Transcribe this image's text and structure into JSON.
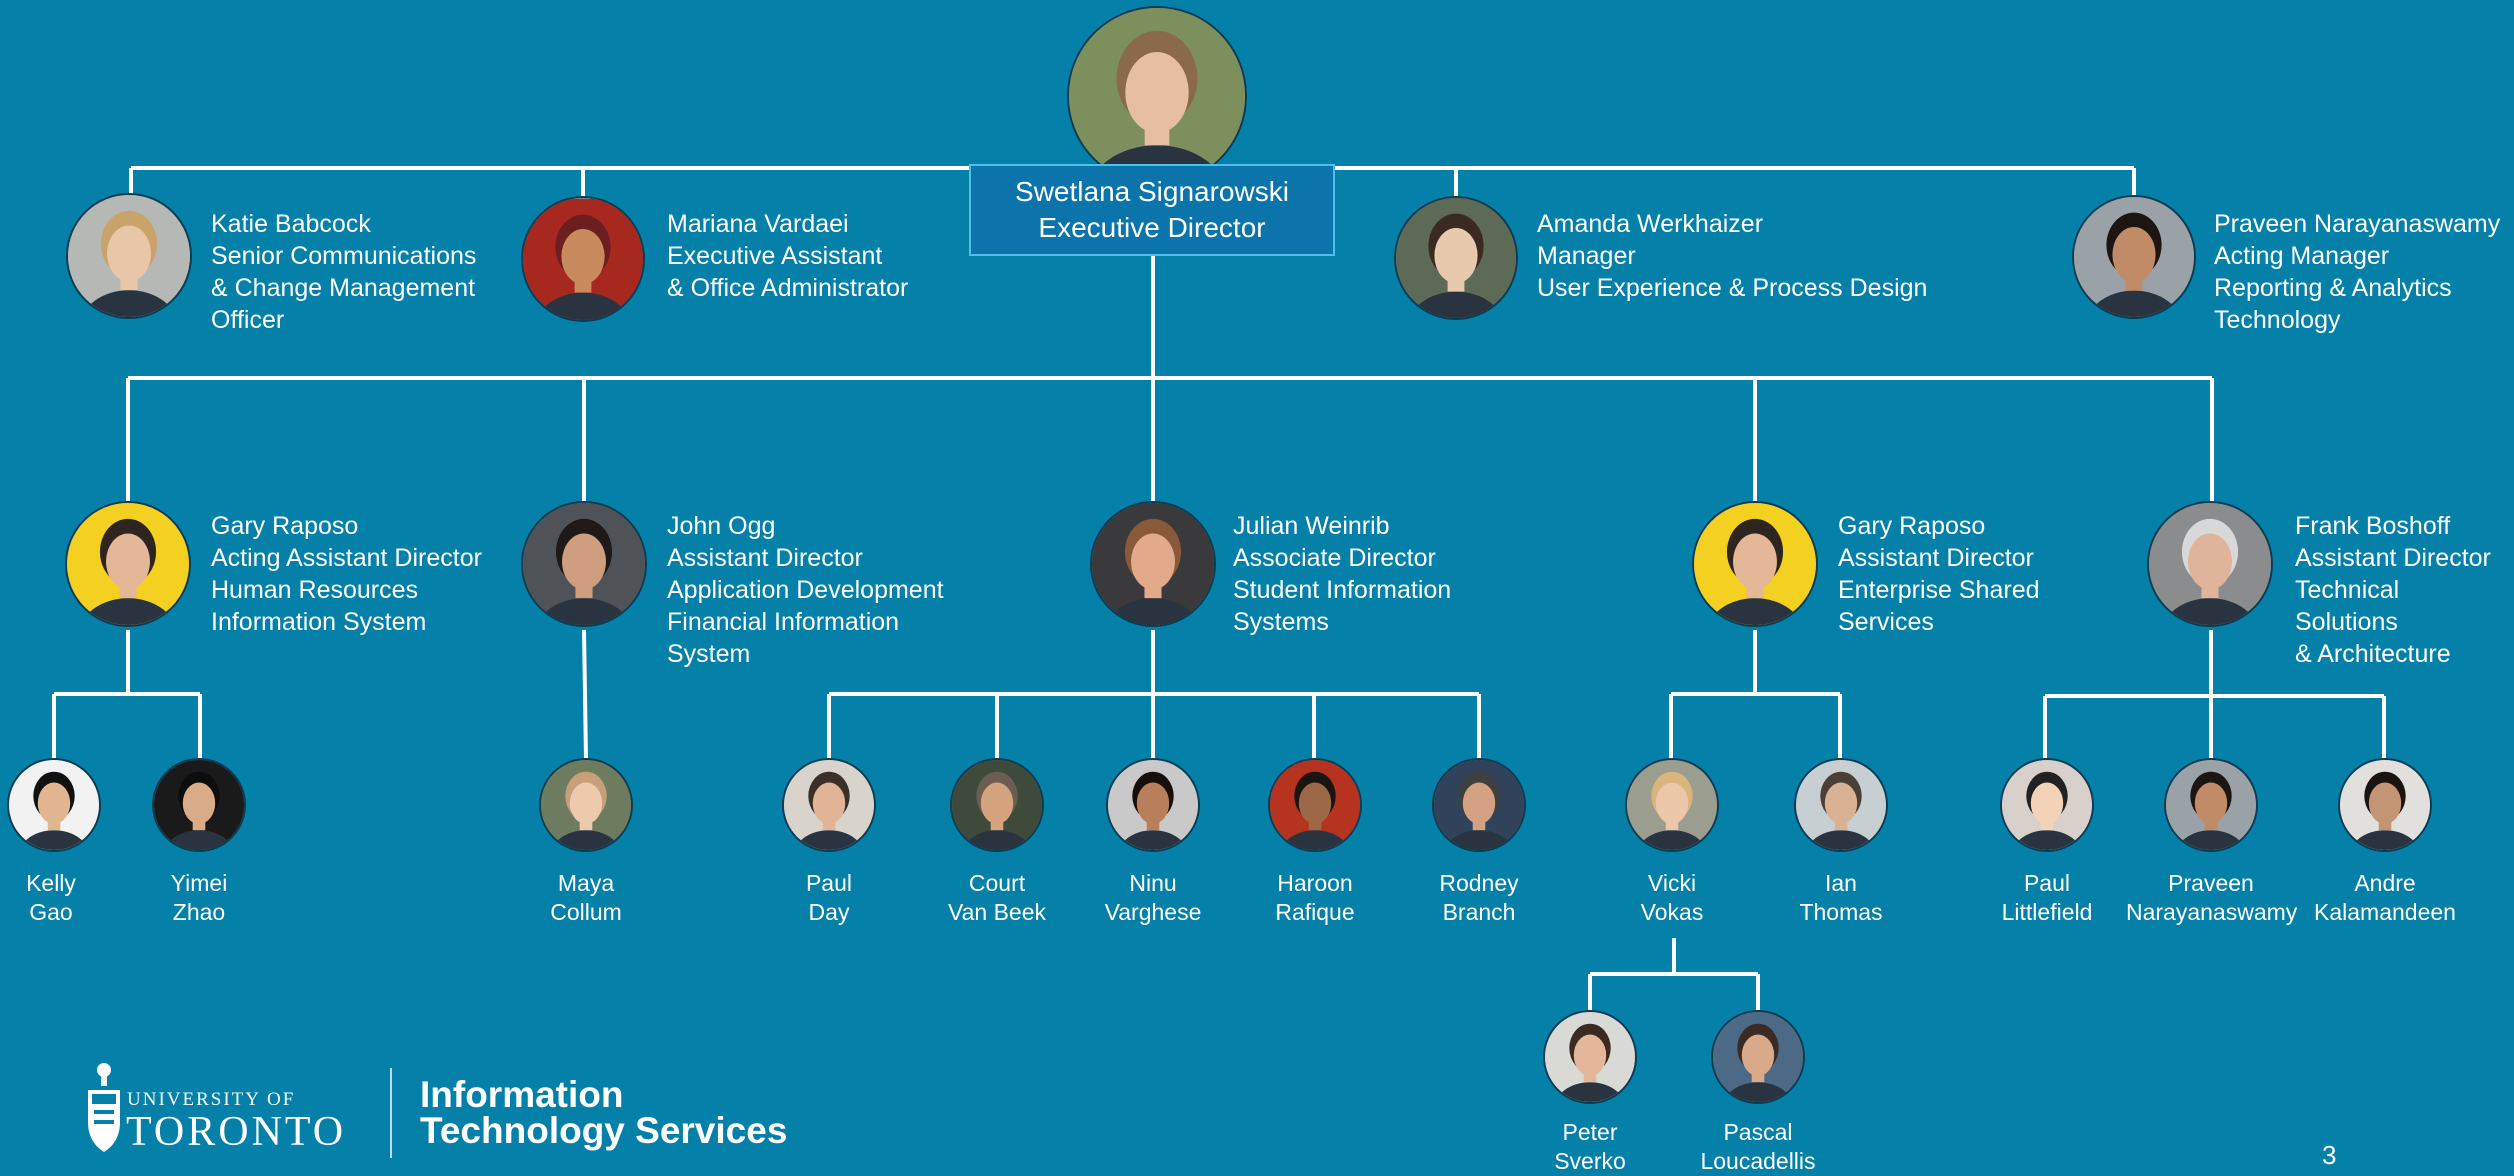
{
  "executive": {
    "name": "Swetlana Signarowski",
    "title": "Executive Director"
  },
  "top_row": [
    {
      "lines": [
        "Katie Babcock",
        "Senior Communications",
        "& Change Management",
        "Officer"
      ],
      "skin": "#e8c6a8",
      "hair": "#c9a36a",
      "bg": "#b5b8b4"
    },
    {
      "lines": [
        "Mariana Vardaei",
        "Executive Assistant",
        "& Office Administrator"
      ],
      "skin": "#c98a5e",
      "hair": "#6b1f1f",
      "bg": "#a6281e"
    },
    {
      "lines": [
        "Amanda Werkhaizer",
        "Manager",
        "User Experience & Process Design"
      ],
      "skin": "#e9c9ae",
      "hair": "#3a2a22",
      "bg": "#5d6a55"
    },
    {
      "lines": [
        "Praveen Narayanaswamy",
        "Acting Manager",
        "Reporting & Analytics",
        "Technology"
      ],
      "skin": "#c08b66",
      "hair": "#1d1512",
      "bg": "#9aa1a7"
    }
  ],
  "directors": [
    {
      "lines": [
        "Gary Raposo",
        "Acting Assistant Director",
        "Human Resources",
        "Information System"
      ],
      "skin": "#e4b796",
      "hair": "#2e2420",
      "bg": "#f4d020"
    },
    {
      "lines": [
        "John Ogg",
        "Assistant Director",
        "Application Development",
        "Financial Information",
        "System"
      ],
      "skin": "#cf9e7e",
      "hair": "#1f1a18",
      "bg": "#4f5358"
    },
    {
      "lines": [
        "Julian Weinrib",
        "Associate Director",
        "Student Information",
        "Systems"
      ],
      "skin": "#e2a98a",
      "hair": "#8a5a38",
      "bg": "#3a3a3c"
    },
    {
      "lines": [
        "Gary Raposo",
        "Assistant Director",
        "Enterprise Shared",
        "Services"
      ],
      "skin": "#e4b796",
      "hair": "#2e2420",
      "bg": "#f4d020"
    },
    {
      "lines": [
        "Frank Boshoff",
        "Assistant Director",
        "Technical",
        "Solutions",
        "& Architecture"
      ],
      "skin": "#e0b49a",
      "hair": "#d8d8d8",
      "bg": "#8a8c8e"
    }
  ],
  "staff": [
    {
      "lines": [
        "Kelly",
        "Gao"
      ],
      "skin": "#e0b58f",
      "hair": "#111111",
      "bg": "#f2f2f2"
    },
    {
      "lines": [
        "Yimei",
        "Zhao"
      ],
      "skin": "#d9ab86",
      "hair": "#0d0d0d",
      "bg": "#1a1a1a"
    },
    {
      "lines": [
        "Maya",
        "Collum"
      ],
      "skin": "#edc9ae",
      "hair": "#c7a07a",
      "bg": "#6d7c5e"
    },
    {
      "lines": [
        "Paul",
        "Day"
      ],
      "skin": "#e2b497",
      "hair": "#3b2f2a",
      "bg": "#d8d4cc"
    },
    {
      "lines": [
        "Court",
        "Van Beek"
      ],
      "skin": "#d6a37f",
      "hair": "#6b5d52",
      "bg": "#3e4a3a"
    },
    {
      "lines": [
        "Ninu",
        "Varghese"
      ],
      "skin": "#b97f5b",
      "hair": "#160f0c",
      "bg": "#c9c9c9"
    },
    {
      "lines": [
        "Haroon",
        "Rafique"
      ],
      "skin": "#9c6845",
      "hair": "#1a1412",
      "bg": "#b5331f"
    },
    {
      "lines": [
        "Rodney",
        "Branch"
      ],
      "skin": "#d4a183",
      "hair": "#404040",
      "bg": "#30435a"
    },
    {
      "lines": [
        "Vicki",
        "Vokas"
      ],
      "skin": "#ecc7a9",
      "hair": "#d8b57c",
      "bg": "#9b9d8f"
    },
    {
      "lines": [
        "Ian",
        "Thomas"
      ],
      "skin": "#d9b193",
      "hair": "#4a4038",
      "bg": "#c8cfd3"
    },
    {
      "lines": [
        "Paul",
        "Littlefield"
      ],
      "skin": "#f3d3b8",
      "hair": "#222222",
      "bg": "#d8d0cb"
    },
    {
      "lines": [
        "Praveen",
        "Narayanaswamy"
      ],
      "skin": "#c08b66",
      "hair": "#1d1512",
      "bg": "#9aa1a7"
    },
    {
      "lines": [
        "Andre",
        "Kalamandeen"
      ],
      "skin": "#c49575",
      "hair": "#1a1410",
      "bg": "#e2e0dc"
    },
    {
      "lines": [
        "Peter",
        "Sverko"
      ],
      "skin": "#e2b79a",
      "hair": "#3a2a20",
      "bg": "#d9d9d6"
    },
    {
      "lines": [
        "Pascal",
        "Loucadellis"
      ],
      "skin": "#d8a98b",
      "hair": "#3b2b22",
      "bg": "#4c6a86"
    }
  ],
  "logo": {
    "university_small": "UNIVERSITY OF",
    "university_big": "TORONTO",
    "dept_line1": "Information",
    "dept_line2": "Technology Services"
  },
  "page_number": "3",
  "colors": {
    "background": "#0580a8",
    "line": "#ffffff",
    "box_fill": "#0a74ab",
    "box_border": "#4fc0ec"
  }
}
